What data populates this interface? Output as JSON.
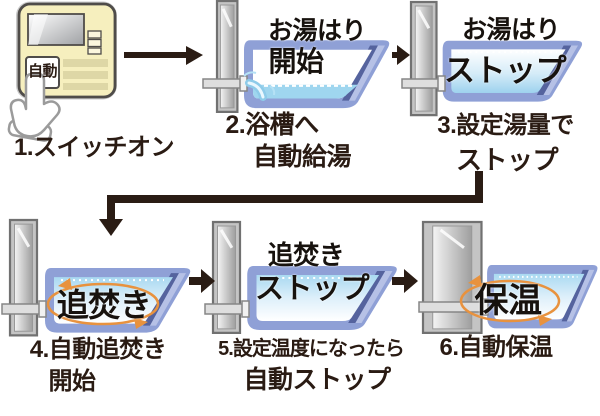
{
  "diagram": {
    "background": "#ffffff",
    "colors": {
      "text": "#2a1b13",
      "tub_border": "#8fa0d6",
      "tub_lip_shade": "#55639e",
      "water_blue": "#a9d9f1",
      "cycle_orange": "#e8923e",
      "remote_body": "#f6efbe",
      "wall_gray": "#c4c4c4"
    },
    "steps": [
      {
        "caption": [
          "1.スイッチオン"
        ],
        "remote_button": "自動"
      },
      {
        "top_label": [
          "お湯はり",
          "開始"
        ],
        "caption": [
          "2.浴槽へ",
          "自動給湯"
        ]
      },
      {
        "top_label": [
          "お湯はり"
        ],
        "water_label": "ストップ",
        "caption": [
          "3.設定湯量で",
          "ストップ"
        ]
      },
      {
        "water_label": "追焚き",
        "caption": [
          "4.自動追焚き",
          "開始"
        ]
      },
      {
        "top_label": [
          "追焚き"
        ],
        "water_label": "ストップ",
        "caption": [
          "5.設定温度になったら",
          "自動ストップ"
        ]
      },
      {
        "water_label": "保温",
        "caption": [
          "6.自動保温"
        ]
      }
    ]
  }
}
